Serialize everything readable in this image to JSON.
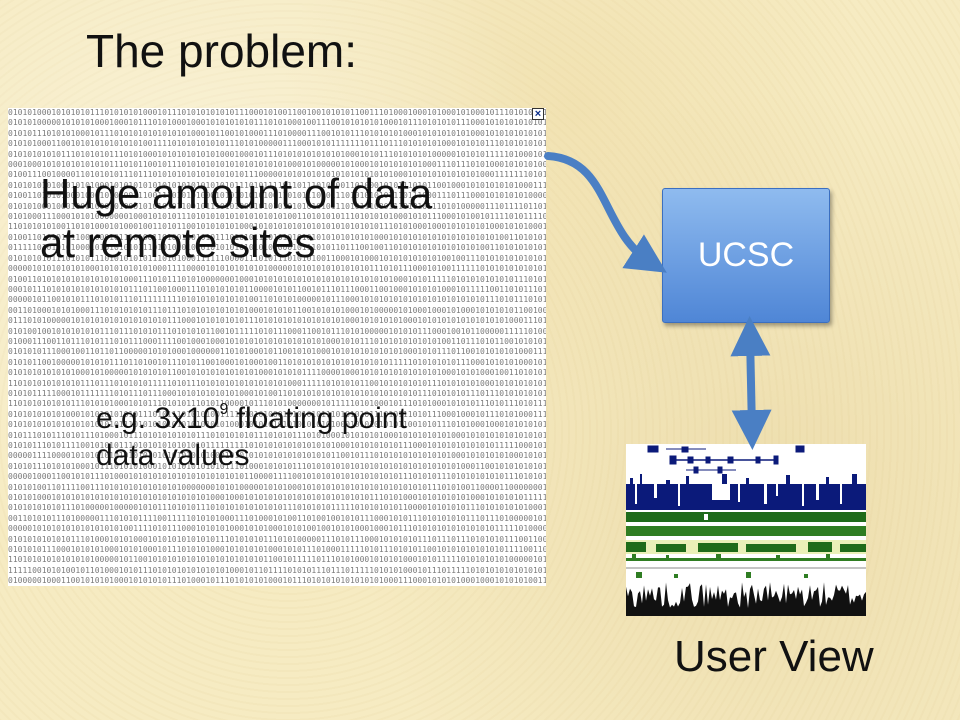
{
  "slide": {
    "title": "The problem:",
    "data_panel": {
      "heading_line1": "Huge amount of data",
      "heading_line2": "at remote sites",
      "example_prefix": "e.g. 3x10",
      "example_exponent": "9",
      "example_suffix": " floating point",
      "example_line2": "data values",
      "close_icon": "close-icon"
    },
    "server_box": {
      "label": "UCSC"
    },
    "user_view": {
      "label": "User View",
      "image": "genome-browser-tracks"
    },
    "colors": {
      "arrow": "#4a7fc4",
      "server_box": "#5b8fdb",
      "track_navy": "#0b1a7a",
      "track_green": "#1f6b1a",
      "track_cream": "#eaf0b8"
    }
  }
}
